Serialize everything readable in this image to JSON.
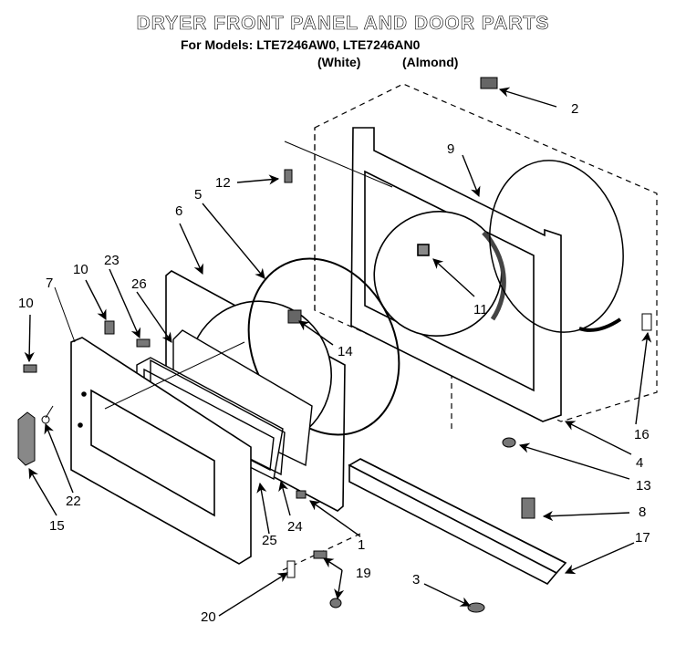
{
  "title": "DRYER FRONT PANEL AND DOOR PARTS",
  "subtitle": "For Models: LTE7246AW0, LTE7246AN0",
  "variants": [
    "(White)",
    "(Almond)"
  ],
  "callouts": [
    "1",
    "2",
    "3",
    "4",
    "5",
    "6",
    "7",
    "8",
    "9",
    "10",
    "10",
    "11",
    "12",
    "13",
    "14",
    "15",
    "16",
    "17",
    "19",
    "20",
    "22",
    "23",
    "24",
    "25",
    "26"
  ],
  "parts": [
    "door-hinge-1",
    "catch-2",
    "strike-3",
    "front-panel-4",
    "gasket-5",
    "door-liner-6",
    "outer-door-7",
    "switch-8",
    "seal-9",
    "screw-10",
    "screw-10b",
    "sensor-11",
    "screw-12",
    "screw-13",
    "hinge-14",
    "handle-15",
    "bracket-16",
    "toe-panel-17",
    "screw-19",
    "hinge-20",
    "plug-22",
    "screw-23",
    "glass-24",
    "inner-frame-25",
    "glass-26"
  ]
}
